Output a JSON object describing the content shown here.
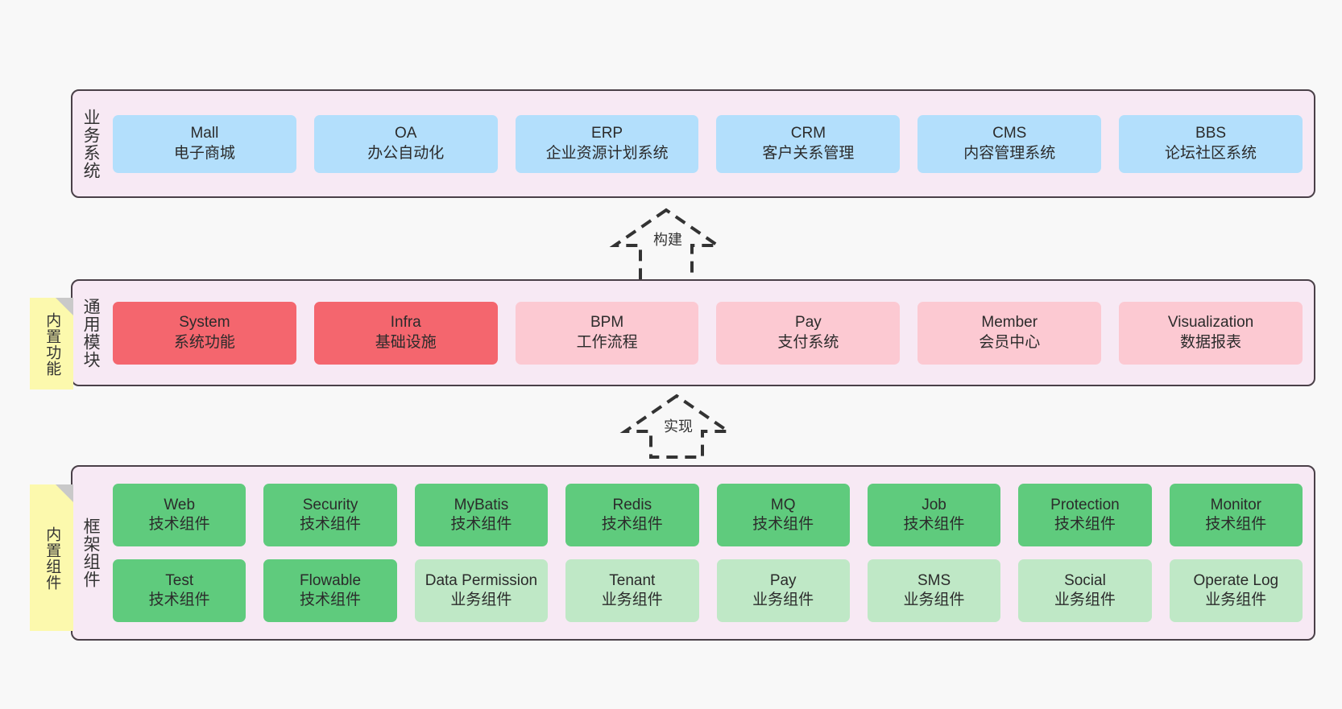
{
  "diagram": {
    "title_text": "",
    "colors": {
      "canvas_bg": "#f8f8f8",
      "layer_bg": "#f7e9f4",
      "layer_border": "#4a4048",
      "business_card": "#b3dffc",
      "module_primary": "#f4666e",
      "module_secondary": "#fcc9d2",
      "framework_tech": "#5fcb7d",
      "framework_biz": "#bfe8c6",
      "note_bg": "#fcf9ad",
      "note_fold": "#c9c9c9",
      "arrow_stroke": "#333333"
    }
  },
  "layers": [
    {
      "id": "business-system",
      "label": "业务系统",
      "rows": [
        {
          "cards": [
            {
              "en": "Mall",
              "cn": "电子商城"
            },
            {
              "en": "OA",
              "cn": "办公自动化"
            },
            {
              "en": "ERP",
              "cn": "企业资源计划系统"
            },
            {
              "en": "CRM",
              "cn": "客户关系管理"
            },
            {
              "en": "CMS",
              "cn": "内容管理系统"
            },
            {
              "en": "BBS",
              "cn": "论坛社区系统"
            }
          ]
        }
      ]
    },
    {
      "id": "common-module",
      "label": "通用模块",
      "rows": [
        {
          "cards": [
            {
              "en": "System",
              "cn": "系统功能",
              "tone": "primary"
            },
            {
              "en": "Infra",
              "cn": "基础设施",
              "tone": "primary"
            },
            {
              "en": "BPM",
              "cn": "工作流程",
              "tone": "secondary"
            },
            {
              "en": "Pay",
              "cn": "支付系统",
              "tone": "secondary"
            },
            {
              "en": "Member",
              "cn": "会员中心",
              "tone": "secondary"
            },
            {
              "en": "Visualization",
              "cn": "数据报表",
              "tone": "secondary"
            }
          ]
        }
      ]
    },
    {
      "id": "framework-component",
      "label": "框架组件",
      "rows": [
        {
          "cards": [
            {
              "en": "Web",
              "cn": "技术组件",
              "tone": "tech"
            },
            {
              "en": "Security",
              "cn": "技术组件",
              "tone": "tech"
            },
            {
              "en": "MyBatis",
              "cn": "技术组件",
              "tone": "tech"
            },
            {
              "en": "Redis",
              "cn": "技术组件",
              "tone": "tech"
            },
            {
              "en": "MQ",
              "cn": "技术组件",
              "tone": "tech"
            },
            {
              "en": "Job",
              "cn": "技术组件",
              "tone": "tech"
            },
            {
              "en": "Protection",
              "cn": "技术组件",
              "tone": "tech"
            },
            {
              "en": "Monitor",
              "cn": "技术组件",
              "tone": "tech"
            }
          ]
        },
        {
          "cards": [
            {
              "en": "Test",
              "cn": "技术组件",
              "tone": "tech"
            },
            {
              "en": "Flowable",
              "cn": "技术组件",
              "tone": "tech"
            },
            {
              "en": "Data Permission",
              "cn": "业务组件",
              "tone": "biz",
              "wrap": true
            },
            {
              "en": "Tenant",
              "cn": "业务组件",
              "tone": "biz"
            },
            {
              "en": "Pay",
              "cn": "业务组件",
              "tone": "biz"
            },
            {
              "en": "SMS",
              "cn": "业务组件",
              "tone": "biz"
            },
            {
              "en": "Social",
              "cn": "业务组件",
              "tone": "biz"
            },
            {
              "en": "Operate Log",
              "cn": "业务组件",
              "tone": "biz"
            }
          ]
        }
      ]
    }
  ],
  "notes": [
    {
      "id": "builtin-function",
      "text": "内置功能"
    },
    {
      "id": "builtin-component",
      "text": "内置组件"
    }
  ],
  "connectors": [
    {
      "id": "build",
      "label": "构建",
      "from": "common-module",
      "to": "business-system"
    },
    {
      "id": "implement",
      "label": "实现",
      "from": "framework-component",
      "to": "common-module"
    }
  ]
}
